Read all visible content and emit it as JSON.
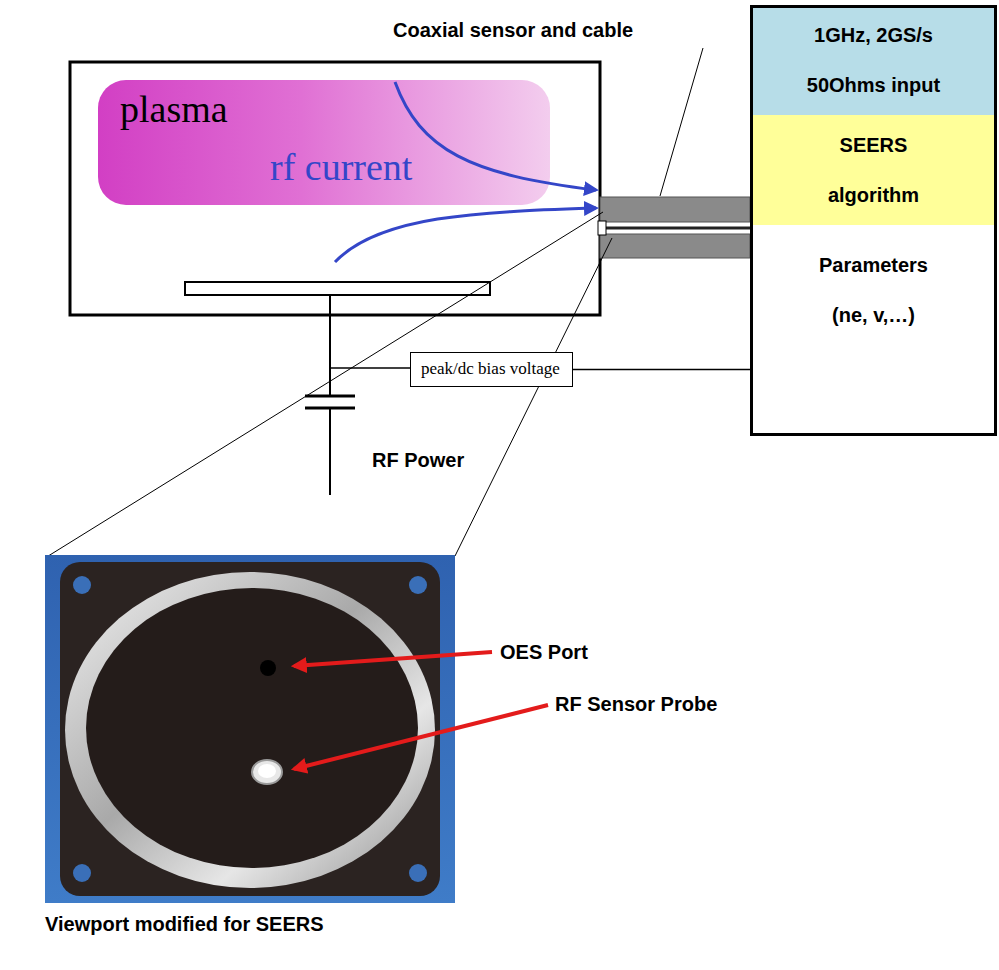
{
  "diagram": {
    "nodes": [
      {
        "text": [
          "plasma",
          "rf current"
        ]
      },
      {
        "text": [
          "1GHz, 2GS/s 50Ohms input"
        ]
      },
      {
        "text": [
          "SEERS algorithm"
        ]
      },
      {
        "text": [
          "Parameters (ne, v,…)"
        ]
      },
      {
        "text": [
          "peak/dc bias voltage"
        ]
      }
    ],
    "edges": [
      {
        "from": 4,
        "to": 3,
        "arrow": "none"
      }
    ],
    "labels": [
      "Coaxial sensor and cable",
      "RF Power",
      "OES Port",
      "RF Sensor Probe",
      "Viewport modified for SEERS"
    ]
  }
}
